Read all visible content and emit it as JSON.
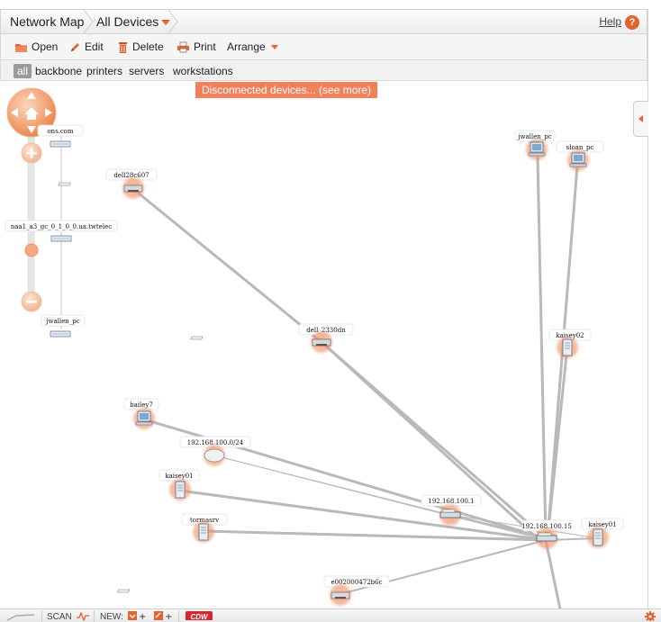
{
  "breadcrumb": {
    "root": "Network Map",
    "current": "All Devices"
  },
  "help": {
    "label": "Help",
    "icon": "?"
  },
  "toolbar": {
    "open": "Open",
    "edit": "Edit",
    "delete": "Delete",
    "print": "Print",
    "arrange": "Arrange"
  },
  "filters": {
    "all": "all",
    "backbone": "backbone",
    "printers": "printers",
    "servers": "servers",
    "workstations": "workstations"
  },
  "banner": "Disconnected devices... (see more)",
  "nodes": [
    {
      "label": "ons.com",
      "icon": "switch-icon"
    },
    {
      "label": "dell28c607",
      "icon": "printer-icon"
    },
    {
      "label": "naa1_a3_gc_0_1_0_0.ua.twtelec",
      "icon": "switch-icon"
    },
    {
      "label": "jwallen_pc",
      "icon": "switch-icon"
    },
    {
      "label": "dell_2330dn",
      "icon": "printer-icon"
    },
    {
      "label": "bailey7",
      "icon": "workstation-icon"
    },
    {
      "label": "192.168.100.0/24",
      "icon": "cloud-icon"
    },
    {
      "label": "kaisey01",
      "icon": "server-icon"
    },
    {
      "label": "tormasrv",
      "icon": "server-icon"
    },
    {
      "label": "192.168.100.1",
      "icon": "router-icon"
    },
    {
      "label": "192.168.100.15",
      "icon": "router-icon"
    },
    {
      "label": "kaisey01",
      "icon": "server-icon"
    },
    {
      "label": "jwallen_pc",
      "icon": "workstation-icon"
    },
    {
      "label": "sloan_pc",
      "icon": "workstation-icon"
    },
    {
      "label": "kaisey02",
      "icon": "server-icon"
    },
    {
      "label": "e002000472b6c",
      "icon": "printer-icon"
    }
  ],
  "bottombar": {
    "scan": "SCAN",
    "new": "NEW:"
  },
  "colors": {
    "accent": "#e8622f",
    "banner": "#f2805a",
    "link": "#b9b9b9"
  }
}
